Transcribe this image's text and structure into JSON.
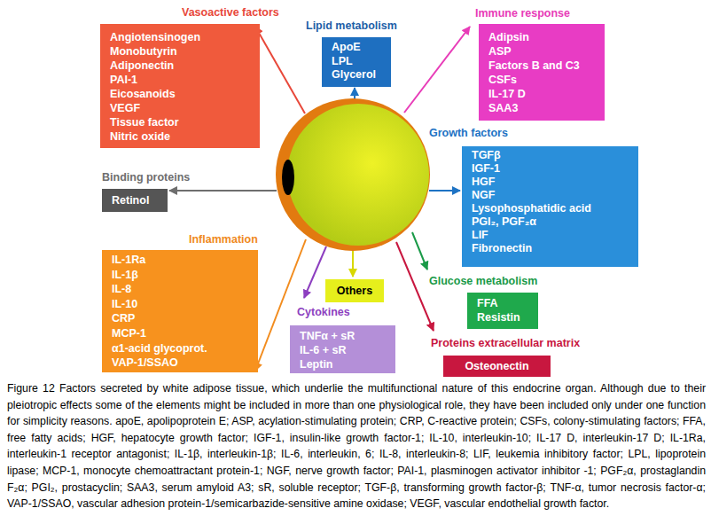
{
  "diagram": {
    "caption": "Figure 12   Factors secreted by white adipose tissue, which underlie the multifunctional nature of this endocrine organ. Although due to their pleiotropic effects some of the elements might be included in more than one physiological role, they have been included only under one function for simplicity reasons. apoE, apolipoprotein E; ASP, acylation-stimulating protein; CRP, C-reactive protein; CSFs, colony-stimulating factors; FFA, free fatty acids; HGF, hepatocyte growth factor; IGF-1, insulin-like growth factor-1; IL-10, interleukin-10; IL-17 D, interleukin-17 D; IL-1Ra, interleukin-1 receptor antagonist; IL-1β, interleukin-1β; IL-6, interleukin, 6; IL-8, interleukin-8; LIF, leukemia inhibitory factor; LPL, lipoprotein lipase; MCP-1, monocyte chemoattractant protein-1; NGF, nerve growth factor; PAI-1, plasminogen activator inhibitor -1; PGF₂α, prostaglandin F₂α; PGI₂, prostacyclin; SAA3, serum amyloid A3; sR, soluble receptor; TGF-β, transforming growth factor-β; TNF-α, tumor necrosis factor-α; VAP-1/SSAO, vascular adhesion protein-1/semicarbazide-sensitive amine oxidase; VEGF, vascular endothelial growth factor.",
    "nodes": [
      {
        "text": [
          "Vasoactive factors",
          "Angiotensinogen",
          "Monobutyrin",
          "Adiponectin",
          "PAI-1",
          "Eicosanoids",
          "VEGF",
          "Tissue factor",
          "Nitric oxide"
        ]
      },
      {
        "text": [
          "Lipid metabolism",
          "ApoE",
          "LPL",
          "Glycerol"
        ]
      },
      {
        "text": [
          "Immune response",
          "Adipsin",
          "ASP",
          "Factors B and C3",
          "CSFs",
          "IL-17 D",
          "SAA3"
        ]
      },
      {
        "text": [
          "Growth factors",
          "TGFβ",
          "IGF-1",
          "HGF",
          "NGF",
          "Lysophosphatidic acid",
          "PGI₂, PGF₂α",
          "LIF",
          "Fibronectin"
        ]
      },
      {
        "text": [
          "Binding proteins",
          "Retinol"
        ]
      },
      {
        "text": [
          "Inflammation",
          "IL-1Ra",
          "IL-1β",
          "IL-8",
          "IL-10",
          "CRP",
          "MCP-1",
          "α1-acid glycoprot.",
          "VAP-1/SSAO"
        ]
      },
      {
        "text": [
          "Glucose metabolism",
          "FFA",
          "Resistin"
        ]
      },
      {
        "text": [
          "Others"
        ]
      },
      {
        "text": [
          "Cytokines",
          "TNFα + sR",
          "IL-6 + sR",
          "Leptin"
        ]
      },
      {
        "text": [
          "Proteins extracellular matrix",
          "Osteonectin"
        ]
      }
    ]
  }
}
